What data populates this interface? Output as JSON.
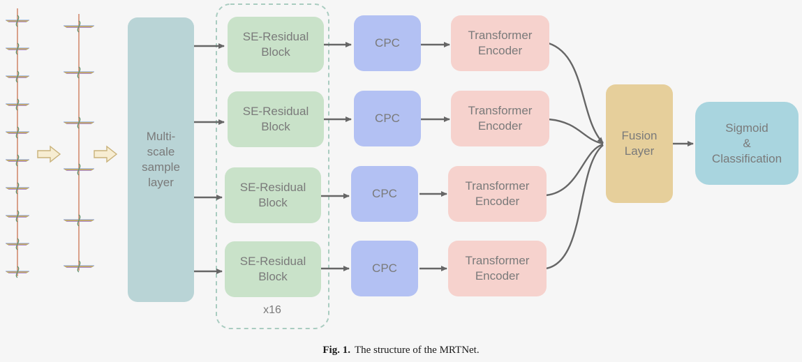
{
  "multi_scale": {
    "label": "Multi-\nscale\nsample\nlayer"
  },
  "branches": [
    {
      "se": "SE-Residual\nBlock",
      "cpc": "CPC",
      "transformer": "Transformer\nEncoder"
    },
    {
      "se": "SE-Residual\nBlock",
      "cpc": "CPC",
      "transformer": "Transformer\nEncoder"
    },
    {
      "se": "SE-Residual\nBlock",
      "cpc": "CPC",
      "transformer": "Transformer\nEncoder"
    },
    {
      "se": "SE-Residual\nBlock",
      "cpc": "CPC",
      "transformer": "Transformer\nEncoder"
    }
  ],
  "repeat_label": "x16",
  "fusion": {
    "label": "Fusion\nLayer"
  },
  "output": {
    "label": "Sigmoid\n&\nClassification"
  },
  "caption": {
    "prefix": "Fig. 1.",
    "text": "The structure of the MRTNet."
  },
  "colors": {
    "multi_scale": "#b9d4d6",
    "se_block": "#c9e2c9",
    "cpc": "#b3c1f3",
    "transformer": "#f6d2cd",
    "fusion": "#e6cf9b",
    "output": "#a9d5df",
    "arrow": "#666666",
    "dashed_group": "#a9ccc0"
  }
}
